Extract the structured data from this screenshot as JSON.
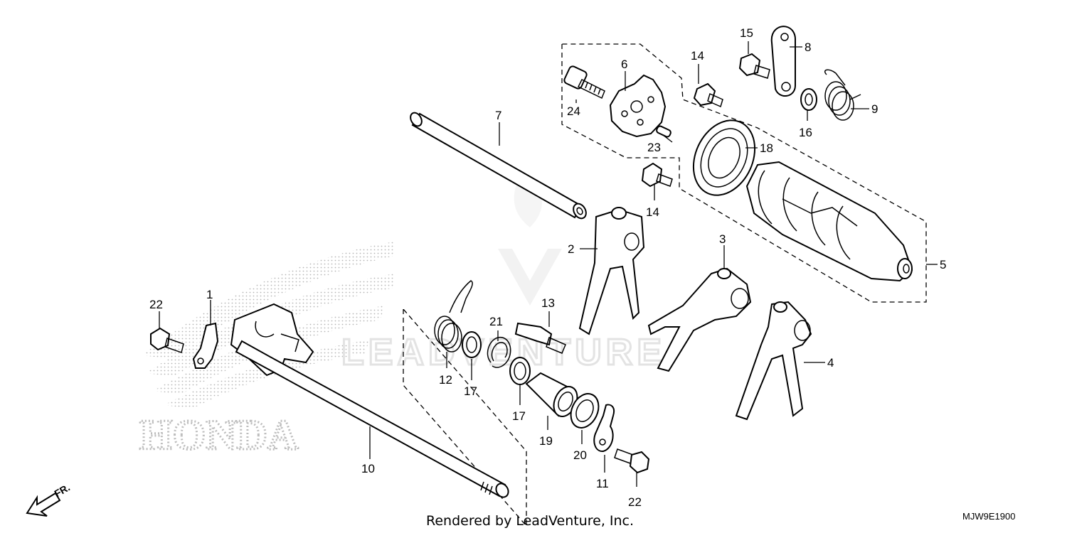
{
  "callouts": {
    "c1": "1",
    "c2": "2",
    "c3": "3",
    "c4": "4",
    "c5": "5",
    "c6": "6",
    "c7": "7",
    "c8": "8",
    "c9": "9",
    "c10": "10",
    "c11": "11",
    "c12": "12",
    "c13": "13",
    "c14a": "14",
    "c14b": "14",
    "c15": "15",
    "c16": "16",
    "c17a": "17",
    "c17b": "17",
    "c18": "18",
    "c19": "19",
    "c20": "20",
    "c21": "21",
    "c22a": "22",
    "c22b": "22",
    "c23": "23",
    "c24": "24"
  },
  "footer": {
    "credit": "Rendered by LeadVenture, Inc.",
    "diagram_code": "MJW9E1900",
    "front_marker": "FR."
  },
  "watermarks": {
    "leadventure": "LEADVENTURE",
    "brand": "HONDA"
  }
}
